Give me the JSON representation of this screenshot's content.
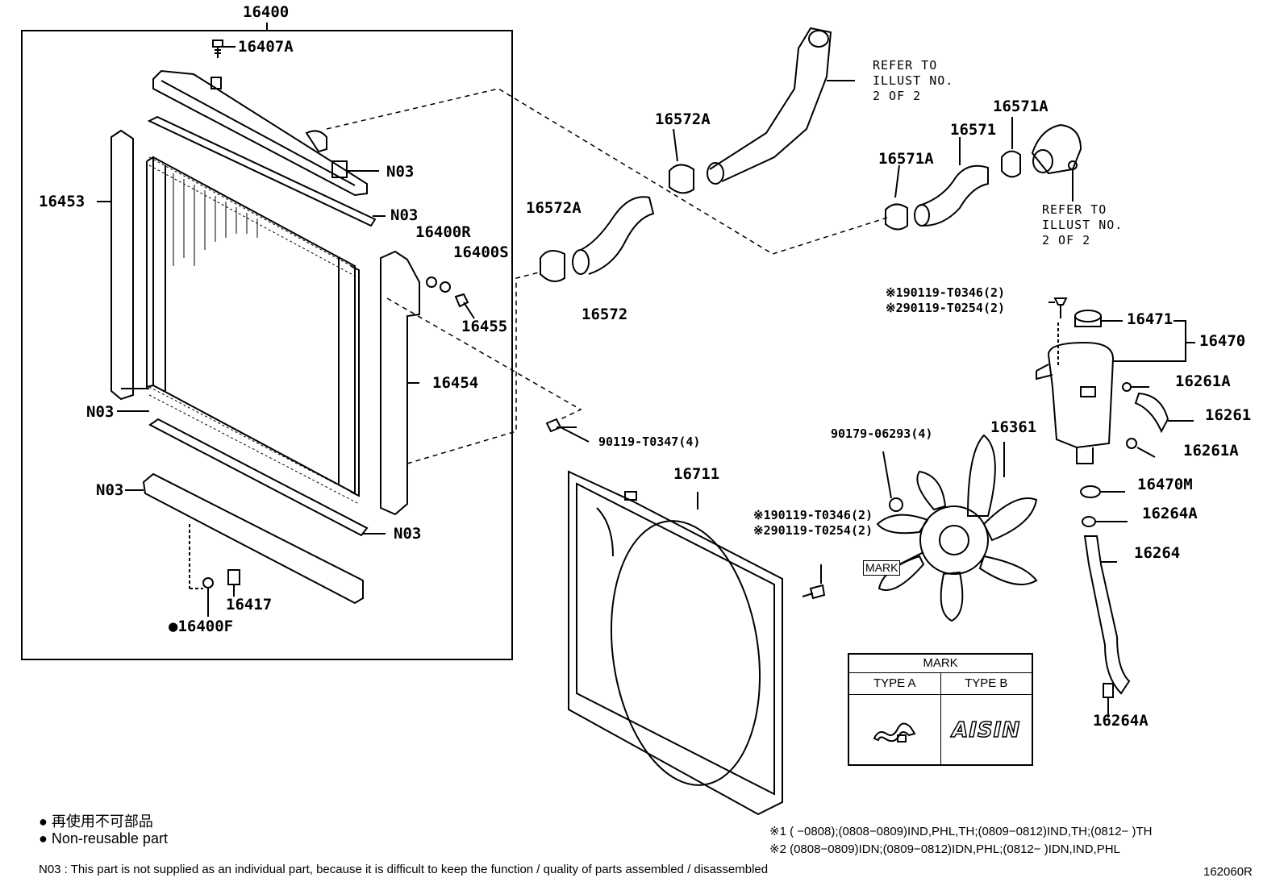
{
  "diagram_id": "162060R",
  "assembly_label": "16400",
  "part_labels": {
    "p16407A": "16407A",
    "p16453": "16453",
    "p16400R": "16400R",
    "p16400S": "16400S",
    "p16455": "16455",
    "p16454": "16454",
    "p16417": "16417",
    "p16400F": "●16400F",
    "p16572A_top": "16572A",
    "p16572A_mid": "16572A",
    "p16572": "16572",
    "p16571A_left": "16571A",
    "p16571": "16571",
    "p16571A_right": "16571A",
    "p16471": "16471",
    "p16470": "16470",
    "p16261A_top": "16261A",
    "p16261": "16261",
    "p16261A_bot": "16261A",
    "p16470M": "16470M",
    "p16264A_top": "16264A",
    "p16264": "16264",
    "p16264A_bot": "16264A",
    "p16711": "16711",
    "p16361": "16361",
    "bolt_90119_T0347": "90119-T0347(4)",
    "nut_90179_06293": "90179-06293(4)"
  },
  "n03_labels": [
    "N03",
    "N03",
    "N03",
    "N03",
    "N03"
  ],
  "ref_notes": {
    "upper": [
      "REFER TO",
      "ILLUST NO.",
      "2 OF 2"
    ],
    "lower": [
      "REFER TO",
      "ILLUST NO.",
      "2 OF 2"
    ]
  },
  "bolt_notes": {
    "reservoir": [
      "※190119-T0346(2)",
      "※290119-T0254(2)"
    ],
    "shroud": [
      "※190119-T0346(2)",
      "※290119-T0254(2)"
    ]
  },
  "mark_label": "MARK",
  "mark_table": {
    "title": "MARK",
    "type_a": "TYPE A",
    "type_b": "TYPE B",
    "type_b_logo": "AISIN"
  },
  "legend": {
    "jp": "● 再使用不可部品",
    "en": "● Non-reusable part"
  },
  "footnotes": {
    "n1": "※1 (      −0808);(0808−0809)IND,PHL,TH;(0809−0812)IND,TH;(0812−        )TH",
    "n2": "※2 (0808−0809)IDN;(0809−0812)IDN,PHL;(0812−        )IDN,IND,PHL"
  },
  "n03_note": "N03 : This part is not supplied as an individual part, because it is difficult to keep the function / quality of parts assembled / disassembled"
}
